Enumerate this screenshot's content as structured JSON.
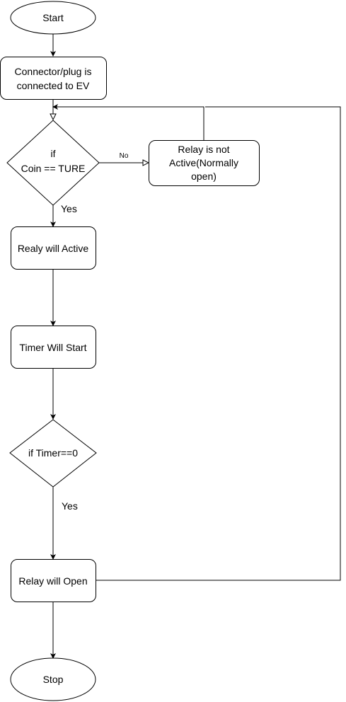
{
  "diagram": {
    "nodes": {
      "start": {
        "label": "Start"
      },
      "connector": {
        "line1": "Connector/plug is",
        "line2": "connected to EV"
      },
      "coin_check": {
        "line1": "if",
        "line2": "Coin == TURE"
      },
      "relay_not_active": {
        "line1": "Relay is not",
        "line2": "Active(Normally",
        "line3": "open)"
      },
      "relay_active": {
        "label": "Realy will Active"
      },
      "timer_start": {
        "label": "Timer Will Start"
      },
      "timer_check": {
        "label": "if Timer==0"
      },
      "relay_open": {
        "label": "Relay will Open"
      },
      "stop": {
        "label": "Stop"
      }
    },
    "edges": {
      "no_label": "No",
      "yes_label_1": "Yes",
      "yes_label_2": "Yes"
    }
  }
}
